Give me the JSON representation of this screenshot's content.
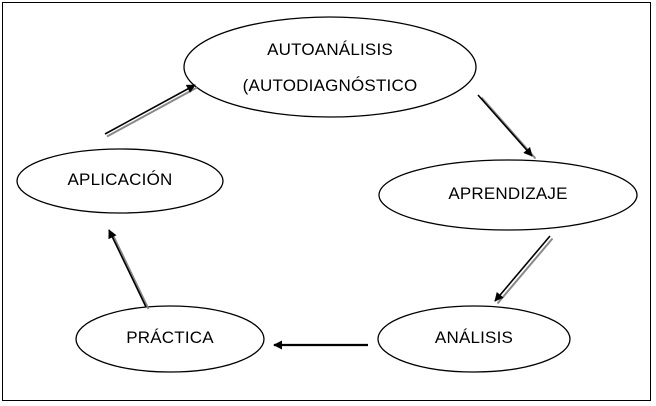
{
  "diagram": {
    "nodes": {
      "autoanalisis": {
        "line1": "AUTOANÁLISIS",
        "line2": "(AUTODIAGNÓSTICO"
      },
      "aprendizaje": {
        "label": "APRENDIZAJE"
      },
      "analisis": {
        "label": "ANÁLISIS"
      },
      "practica": {
        "label": "PRÁCTICA"
      },
      "aplicacion": {
        "label": "APLICACIÓN"
      }
    },
    "edges": [
      {
        "from": "autoanalisis",
        "to": "aprendizaje"
      },
      {
        "from": "aprendizaje",
        "to": "analisis"
      },
      {
        "from": "analisis",
        "to": "practica"
      },
      {
        "from": "practica",
        "to": "aplicacion"
      },
      {
        "from": "aplicacion",
        "to": "autoanalisis"
      }
    ],
    "colors": {
      "stroke": "#000000",
      "fill": "#ffffff"
    }
  }
}
